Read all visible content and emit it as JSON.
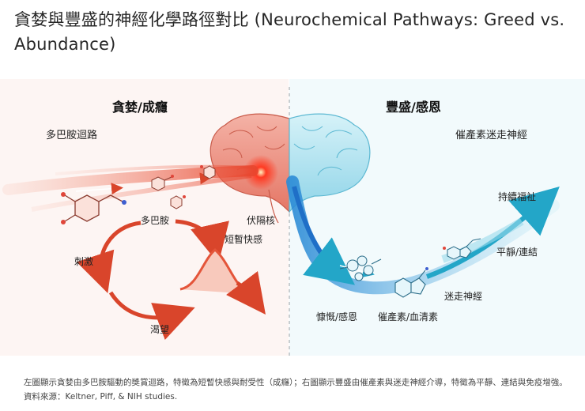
{
  "title": "貪婪與豐盛的神經化學路徑對比 (Neurochemical Pathways: Greed vs. Abundance)",
  "left": {
    "heading": "貪婪/成癮",
    "pathway": "多巴胺迴路",
    "labels": {
      "dopamine": "多巴胺",
      "nucleus": "伏隔核",
      "pleasure": "短暫快感",
      "stimulus": "刺激",
      "craving": "渴望"
    },
    "colors": {
      "main": "#d9452b",
      "glow": "#ff2a1a"
    }
  },
  "right": {
    "heading": "豐盛/感恩",
    "pathway": "催產素迷走神經",
    "labels": {
      "wellbeing": "持續福祉",
      "calm": "平靜/連結",
      "vagus": "迷走神經",
      "gratitude": "慷慨/感恩",
      "oxytocin": "催產素/血清素"
    },
    "colors": {
      "main": "#2aa7c9",
      "deep": "#1f6fc7"
    }
  },
  "caption": "左圖顯示貪婪由多巴胺驅動的獎賞迴路，特徵為短暫快感與耐受性（成癮）；右圖顯示豐盛由催產素與迷走神經介導，特徵為平靜、連結與免疫增強。資料來源：Keltner, Piff, & NIH studies."
}
